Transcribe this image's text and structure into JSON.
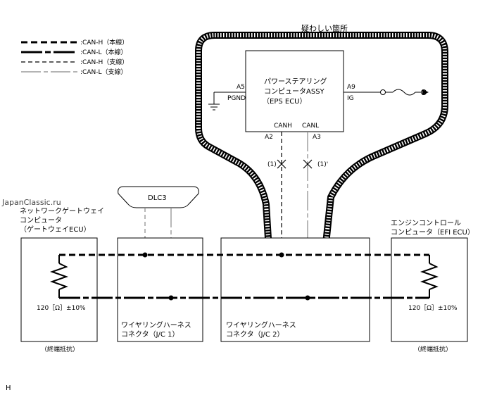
{
  "title": "疑わしい箇所",
  "legend": [
    {
      "label": ":CAN-H（本線）"
    },
    {
      "label": ":CAN-L（本線）"
    },
    {
      "label": ":CAN-H（支線）"
    },
    {
      "label": ":CAN-L（支線）"
    }
  ],
  "eps": {
    "name_line1": "パワーステアリング",
    "name_line2": "コンピュータASSY",
    "name_line3": "（EPS ECU）",
    "pin_a5": "A5",
    "pin_pgnd": "PGND",
    "pin_a9": "A9",
    "pin_ig": "IG",
    "pin_canh": "CANH",
    "pin_canl": "CANL",
    "pin_a2": "A2",
    "pin_a3": "A3"
  },
  "markers": {
    "m1": "(1)",
    "m2": "(1)'"
  },
  "watermark": "JapanClassic.ru",
  "gateway": {
    "line1": "ネットワークゲートウェイ",
    "line2": "コンピュータ",
    "line3": "（ゲートウェイECU）",
    "resistance": "120［Ω］±10%",
    "termination": "（終端抵抗）"
  },
  "dlc3": "DLC3",
  "jc1": {
    "line1": "ワイヤリングハーネス",
    "line2": "コネクタ（J/C 1）"
  },
  "jc2": {
    "line1": "ワイヤリングハーネス",
    "line2": "コネクタ（J/C 2）"
  },
  "efi": {
    "line1": "エンジンコントロール",
    "line2": "コンピュータ（EFI ECU）",
    "resistance": "120［Ω］±10%",
    "termination": "（終端抵抗）"
  },
  "corner_mark": "H"
}
